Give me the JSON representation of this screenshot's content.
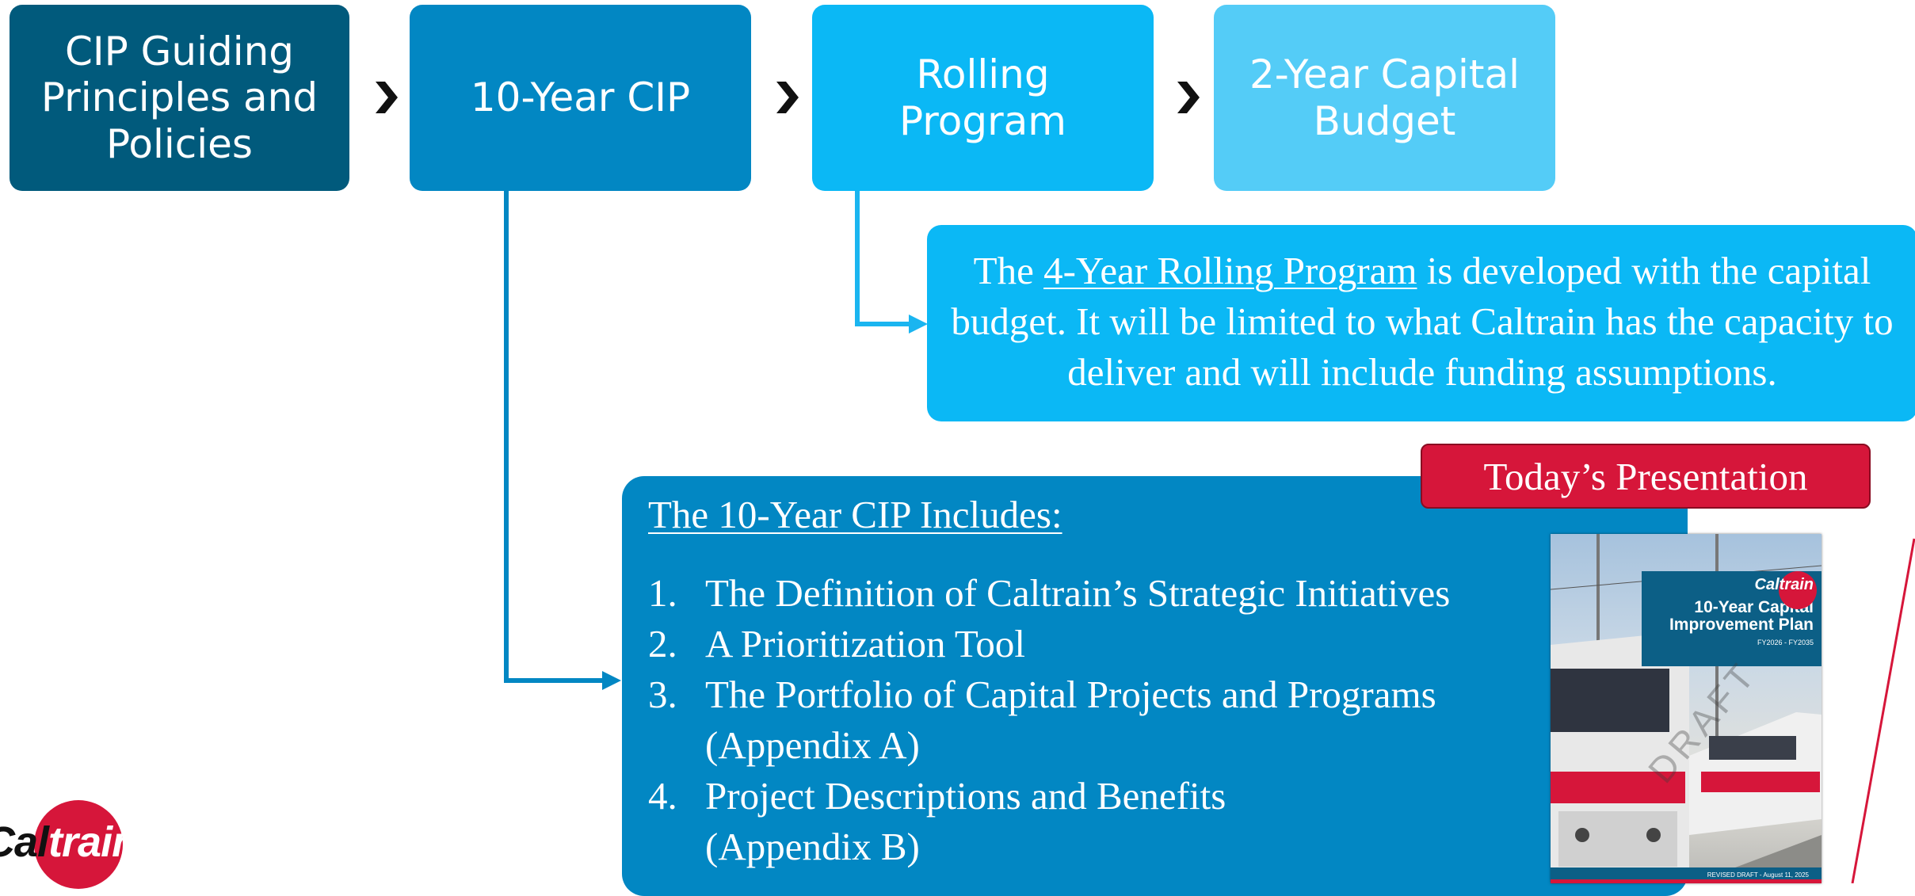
{
  "steps": [
    {
      "label": "CIP Guiding\nPrinciples and\nPolicies"
    },
    {
      "label": "10-Year CIP"
    },
    {
      "label": "Rolling Program"
    },
    {
      "label": "2-Year Capital\nBudget"
    }
  ],
  "rolling": {
    "before": "The ",
    "link": "4-Year Rolling Program",
    "after": " is developed with the capital budget. It will be limited to what Caltrain has the capacity to deliver and will include funding assumptions."
  },
  "cip": {
    "heading": "The 10-Year CIP Includes:",
    "items": [
      {
        "num": "1.",
        "text": "The Definition of Caltrain’s Strategic Initiatives"
      },
      {
        "num": "2.",
        "text": "A Prioritization Tool"
      },
      {
        "num": "3.",
        "text": "The Portfolio of Capital Projects and Programs (Appendix A)"
      },
      {
        "num": "4.",
        "text": "Project Descriptions and Benefits (Appendix B)"
      }
    ]
  },
  "badge": {
    "label": "Today’s Presentation"
  },
  "cover": {
    "brand": "Caltrain",
    "title": "10-Year Capital\nImprovement Plan",
    "years": "FY2026 - FY2035",
    "watermark": "DRAFT",
    "footer": "REVISED DRAFT - August 11, 2025"
  },
  "logo": {
    "text_dark": "Cal",
    "text_light": "train"
  },
  "colors": {
    "step1": "#015A7C",
    "step2": "#0287C3",
    "step3": "#0BB8F5",
    "step4": "#54CCF7",
    "badge": "#D6163A",
    "chevron": "#111111"
  },
  "icons": {
    "chevron": "chevron-right-icon",
    "arrow": "arrow-right-icon"
  }
}
